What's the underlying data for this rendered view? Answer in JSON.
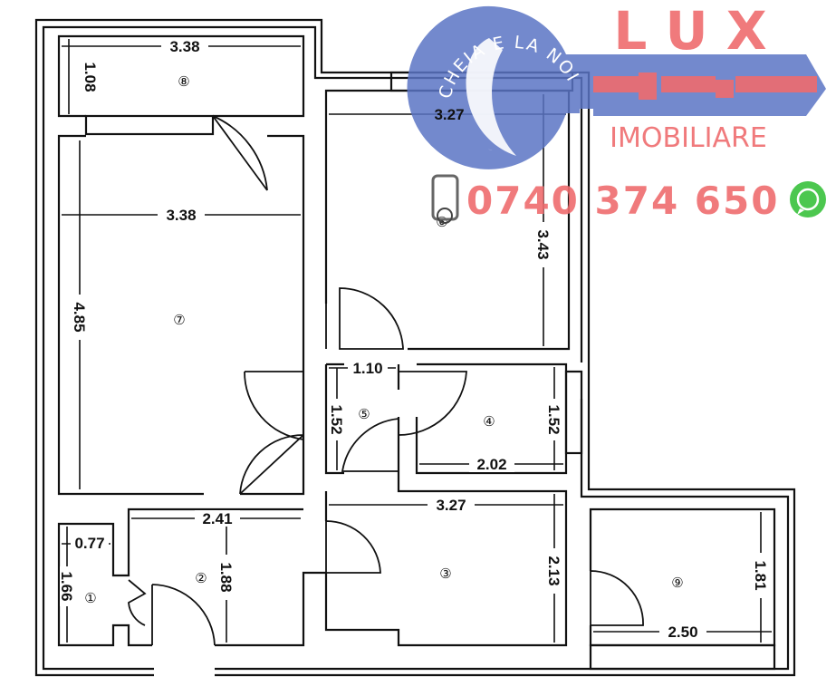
{
  "floor_plan": {
    "rooms": [
      {
        "number": "①",
        "width": "0.77",
        "length": "1.66"
      },
      {
        "number": "②",
        "width": "2.41",
        "length": "1.88"
      },
      {
        "number": "③",
        "width": "3.27",
        "length": "2.13"
      },
      {
        "number": "④",
        "width": "2.02",
        "length": "1.52"
      },
      {
        "number": "⑤",
        "width": "1.10",
        "length": "1.52"
      },
      {
        "number": "⑥",
        "width": "3.27",
        "length": "3.43"
      },
      {
        "number": "⑦",
        "width": "3.38",
        "length": "4.85"
      },
      {
        "number": "⑧",
        "width": "3.38",
        "length": "1.08"
      },
      {
        "number": "⑨",
        "width": "2.50",
        "length": "1.81"
      }
    ]
  },
  "watermark": {
    "ring_text": "CHEIA E LA NOI",
    "brand": "L U X",
    "subtitle": "IMOBILIARE",
    "phone": "0740 374 650",
    "icons": [
      "phone-icon",
      "whatsapp-icon"
    ],
    "colors": {
      "blue": "#5b74c4",
      "red": "#ee6b6e",
      "green": "#4cc74f"
    }
  }
}
